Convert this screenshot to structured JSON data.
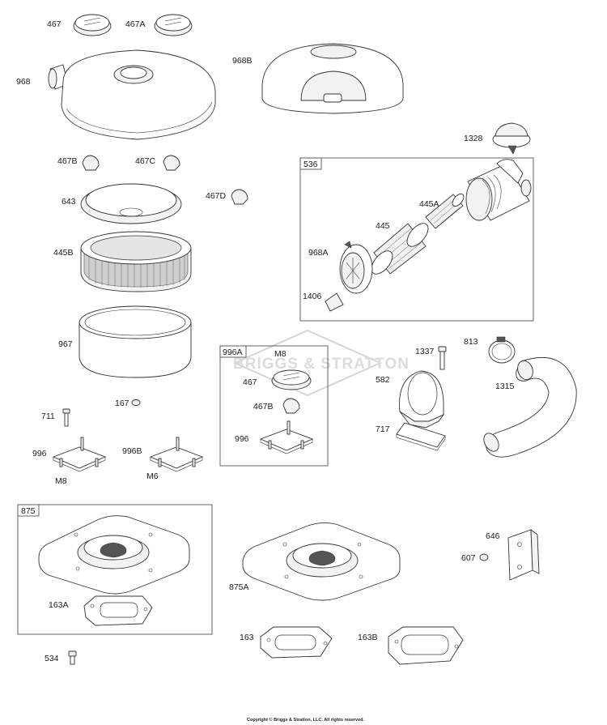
{
  "labels": {
    "p467": "467",
    "p467A": "467A",
    "p968": "968",
    "p968B": "968B",
    "p1328": "1328",
    "p467B": "467B",
    "p467C": "467C",
    "p467D": "467D",
    "p643": "643",
    "p445B": "445B",
    "p967": "967",
    "p167": "167",
    "p711": "711",
    "p996": "996",
    "p996B": "996B",
    "m8": "M8",
    "m6": "M6",
    "p536": "536",
    "p445A": "445A",
    "p445": "445",
    "p968A": "968A",
    "p1406": "1406",
    "p996A": "996A",
    "p996A_m8": "M8",
    "p996A_467": "467",
    "p996A_467B": "467B",
    "p996A_996": "996",
    "p1337": "1337",
    "p813": "813",
    "p582": "582",
    "p1315": "1315",
    "p717": "717",
    "p875": "875",
    "p163A": "163A",
    "p875A": "875A",
    "p646": "646",
    "p607": "607",
    "p534": "534",
    "p163": "163",
    "p163B": "163B"
  },
  "watermark": "BRIGGS & STRATTON",
  "copyright": "Copyright © Briggs & Stratton, LLC. All rights reserved."
}
